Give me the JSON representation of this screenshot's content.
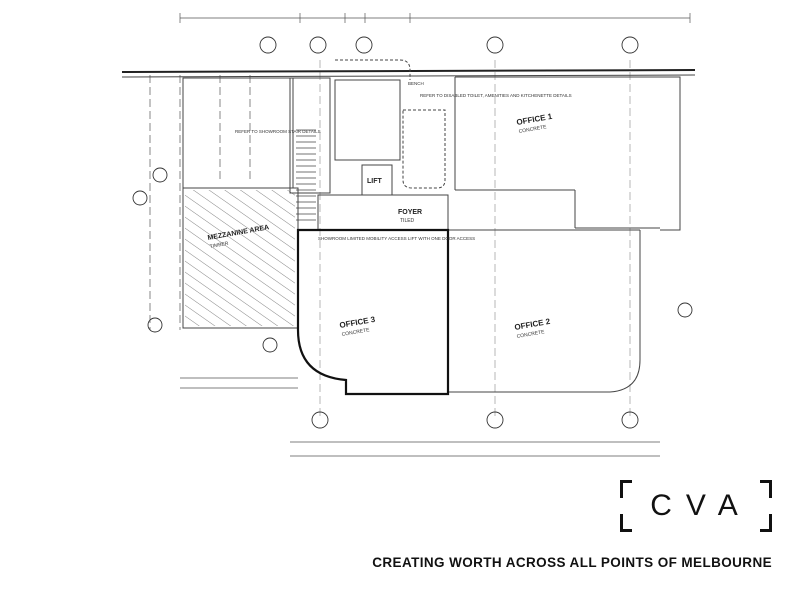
{
  "rooms": {
    "office1": {
      "name": "OFFICE 1",
      "finish": "CONCRETE"
    },
    "office2": {
      "name": "OFFICE 2",
      "finish": "CONCRETE"
    },
    "office3": {
      "name": "OFFICE 3",
      "finish": "CONCRETE"
    },
    "mezzanine": {
      "name": "MEZZANINE AREA",
      "finish": "TIMBER"
    },
    "lift": {
      "name": "LIFT"
    },
    "foyer": {
      "name": "FOYER",
      "finish": "TILED"
    }
  },
  "notes": {
    "disabled_toilet": "REFER TO DISABLED TOILET, AMENITIES AND KITCHENETTE DETAILS",
    "stair": "REFER TO SHOWROOM STAIR DETAILS",
    "lift_access": "SHOWROOM LIMITED MOBILITY ACCESS LIFT WITH ONE DOOR ACCESS",
    "bench": "BENCH"
  },
  "brand": {
    "logo": "CVA",
    "tagline": "CREATING WORTH ACROSS ALL POINTS OF MELBOURNE"
  },
  "colors": {
    "ink": "#111111",
    "plan_line": "#444444",
    "background": "#ffffff"
  }
}
